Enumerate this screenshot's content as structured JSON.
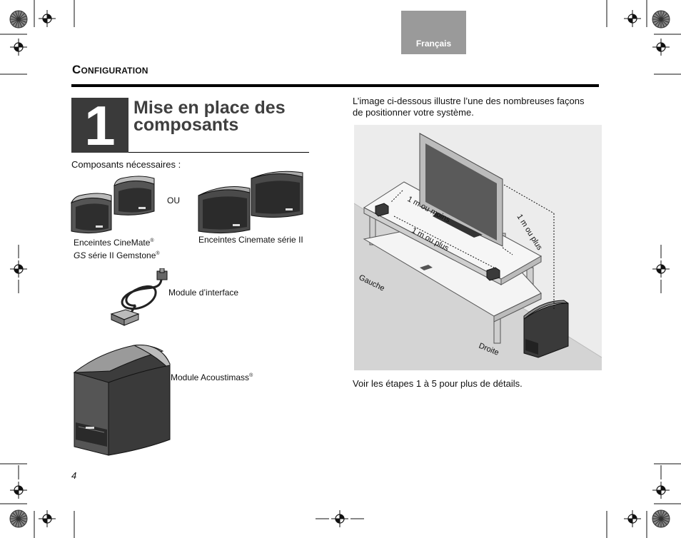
{
  "header": {
    "language_tab": "Français",
    "section_title": "Configuration"
  },
  "step": {
    "number": "1",
    "title": "Mise en place des composants"
  },
  "left": {
    "components_label": "Composants nécessaires :",
    "ou": "OU",
    "speaker_a_line1": "Enceintes CineMate",
    "speaker_a_line2_italic": "GS",
    "speaker_a_line2_rest": " série II Gemstone",
    "speaker_b": "Enceintes Cinemate série II",
    "interface_module": "Module d’interface",
    "acoustimass_module": "Module Acoustimass",
    "registered_mark": "®"
  },
  "right": {
    "intro": "L’image ci-dessous illustre l’une des nombreuses façons de positionner votre système.",
    "diagram": {
      "label_left_distance": "1 m ou moins",
      "label_between": "1 m ou plus",
      "label_right_distance": "1 m ou plus",
      "label_gauche": "Gauche",
      "label_droite": "Droite"
    },
    "footer_note": "Voir les étapes 1 à 5 pour plus de détails."
  },
  "page_number": "4"
}
